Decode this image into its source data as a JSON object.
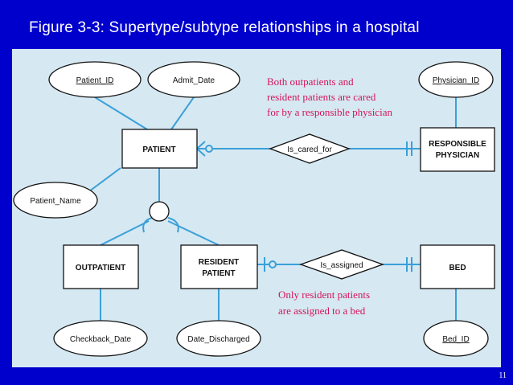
{
  "title": "Figure 3-3: Supertype/subtype relationships in a hospital",
  "slide_number": "11",
  "colors": {
    "background": "#0000cc",
    "diagram_background": "#d6e8f2",
    "connector": "#3aa0d8",
    "annotation": "#d4145a"
  },
  "entities": {
    "patient": [
      "PATIENT"
    ],
    "outpatient": [
      "OUTPATIENT"
    ],
    "resident_patient": [
      "RESIDENT",
      "PATIENT"
    ],
    "responsible_physician": [
      "RESPONSIBLE",
      "PHYSICIAN"
    ],
    "bed": [
      "BED"
    ]
  },
  "attributes": {
    "patient_id": "Patient_ID",
    "admit_date": "Admit_Date",
    "patient_name": "Patient_Name",
    "physician_id": "Physician_ID",
    "checkback_date": "Checkback_Date",
    "date_discharged": "Date_Discharged",
    "bed_id": "Bed_ID"
  },
  "relationships": {
    "is_cared_for": "Is_cared_for",
    "is_assigned": "Is_assigned"
  },
  "annotations": {
    "cared_note": [
      "Both outpatients and",
      "resident patients are cared",
      "for by a responsible physician"
    ],
    "assigned_note": [
      "Only resident patients",
      "are assigned to a bed"
    ]
  }
}
